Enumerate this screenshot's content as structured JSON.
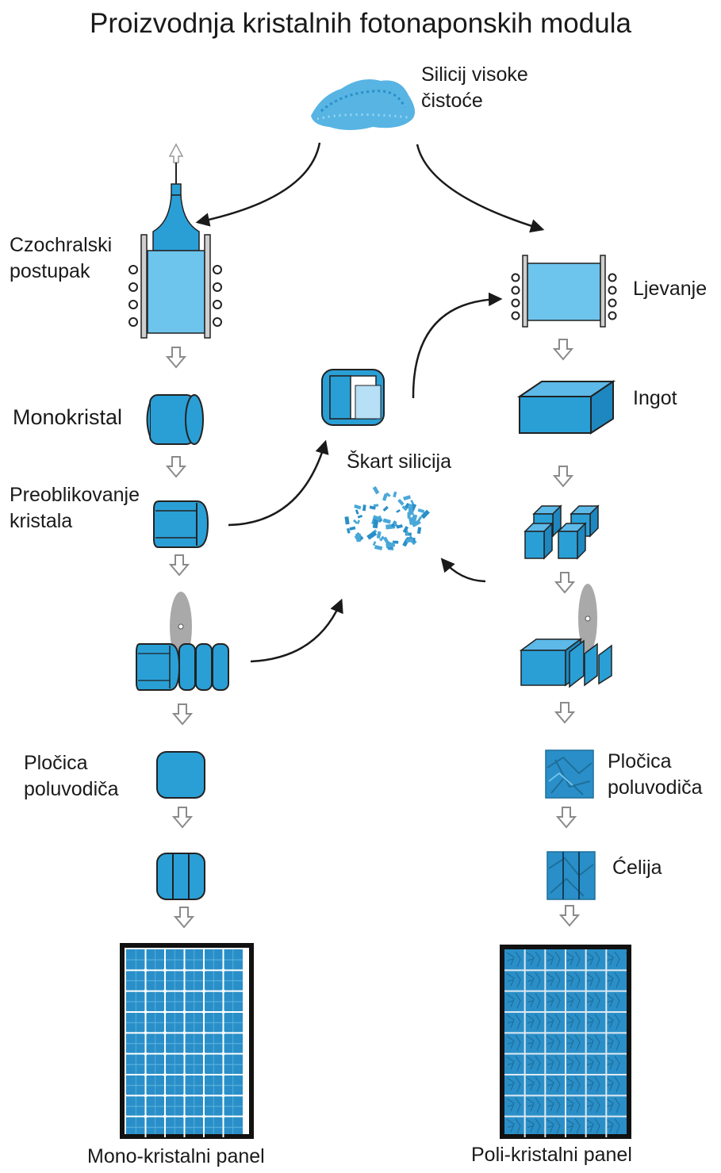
{
  "title": "Proizvodnja kristalnih fotonaponskih modula",
  "labels": {
    "silicon_line1": "Silicij visoke",
    "silicon_line2": "čistoće",
    "czochralski_line1": "Czochralski",
    "czochralski_line2": "postupak",
    "casting": "Ljevanje",
    "monocrystal": "Monokristal",
    "ingot": "Ingot",
    "scrap": "Škart silicija",
    "reshaping_line1": "Preoblikovanje",
    "reshaping_line2": "kristala",
    "wafer_mono_line1": "Pločica",
    "wafer_mono_line2": "poluvodiča",
    "wafer_poly_line1": "Pločica",
    "wafer_poly_line2": "poluvodiča",
    "cell": "Ćelija",
    "mono_panel": "Mono-kristalni panel",
    "poly_panel": "Poli-kristalni panel"
  },
  "colors": {
    "silicon_blue": "#2a9fd6",
    "light_blue": "#7ecbef",
    "dark_blue": "#1e6f9a",
    "outline": "#1a1a1a",
    "arrow_hollow": "#8a8a8a",
    "saw_gray": "#a9a9a9"
  }
}
